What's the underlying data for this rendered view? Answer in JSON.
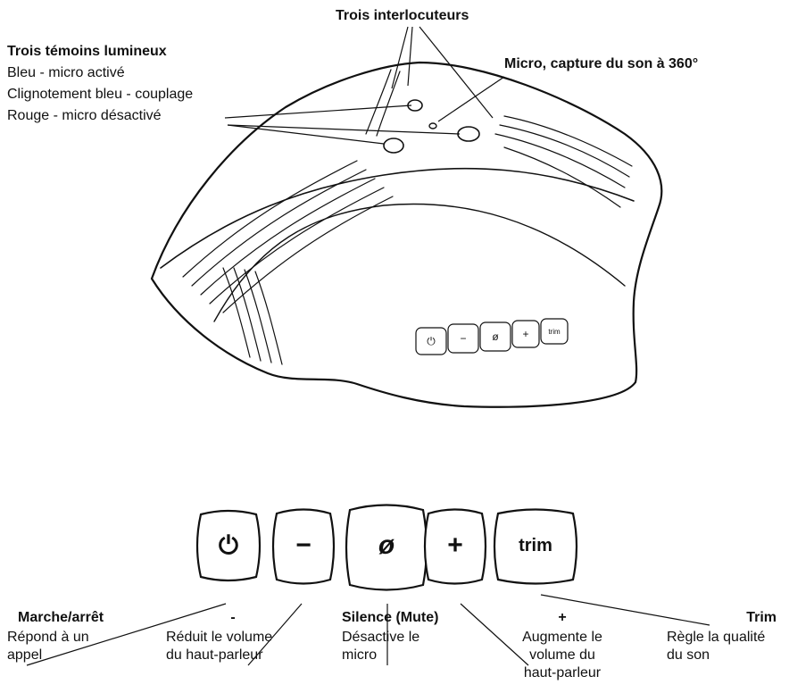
{
  "top": {
    "speakers_title": "Trois interlocuteurs",
    "leds_title": "Trois témoins lumineux",
    "leds_lines": [
      "Bleu - micro activé",
      "Clignotement bleu - couplage",
      "Rouge - micro désactivé"
    ],
    "mic_title": "Micro, capture du son à 360°"
  },
  "device_buttons": [
    "⏻",
    "−",
    "ø",
    "+",
    "trim"
  ],
  "buttons": {
    "power_glyph": "⏻",
    "minus_glyph": "−",
    "mute_glyph": "ø",
    "plus_glyph": "+",
    "trim_label": "trim"
  },
  "descriptions": [
    {
      "title": "Marche/arrêt",
      "text": "Répond à un\nappel"
    },
    {
      "title": "-",
      "text": "Réduit le volume\ndu haut-parleur"
    },
    {
      "title": "Silence (Mute)",
      "text": "Désactive le\nmicro"
    },
    {
      "title": "+",
      "text": "Augmente le\nvolume du\nhaut-parleur"
    },
    {
      "title": "Trim",
      "text": "Règle la qualité\ndu son"
    }
  ]
}
